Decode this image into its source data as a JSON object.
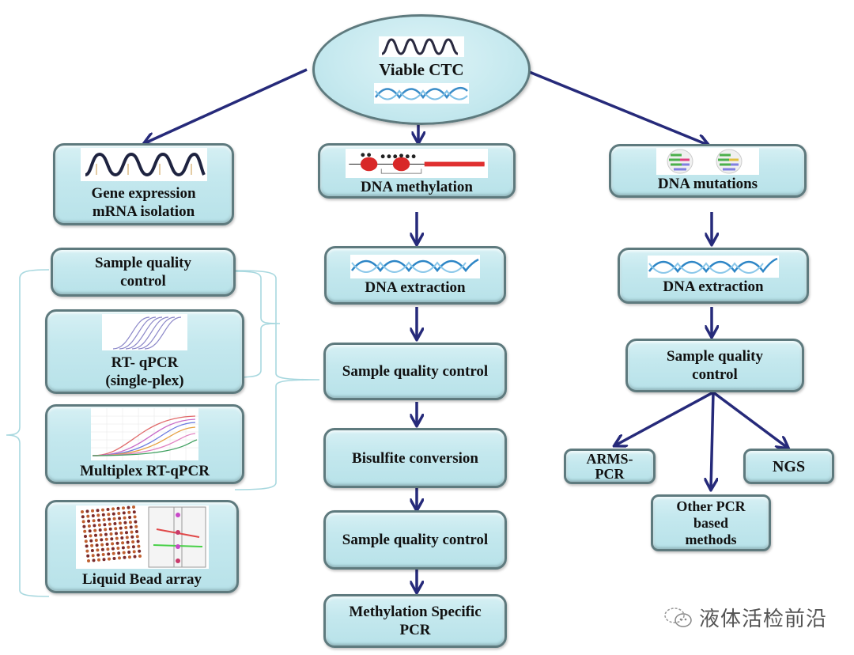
{
  "root": {
    "label": "Viable CTC"
  },
  "colors": {
    "node_fill": "#c4e8ee",
    "node_border": "#5e7a7e",
    "arrow": "#262a7a",
    "bracket": "#a8d8df"
  },
  "left_branch": {
    "header": {
      "line1": "Gene expression",
      "line2": "mRNA isolation",
      "icon": "mrna-wave-icon"
    },
    "steps": [
      {
        "line1": "Sample quality",
        "line2": "control"
      },
      {
        "line1": "RT- qPCR",
        "line2": "(single-plex)",
        "icon": "amplification-curves-icon"
      },
      {
        "line1": "Multiplex RT-qPCR",
        "icon": "multiplex-curves-icon"
      },
      {
        "line1": "Liquid Bead array",
        "icon": "bead-array-icon"
      }
    ]
  },
  "middle_branch": {
    "header": {
      "label": "DNA methylation",
      "icon": "cpg-island-icon"
    },
    "steps": [
      {
        "label": "DNA extraction",
        "icon": "dna-helix-icon"
      },
      {
        "label": "Sample quality control"
      },
      {
        "label": "Bisulfite conversion"
      },
      {
        "label": "Sample quality control"
      },
      {
        "line1": "Methylation Specific",
        "line2": "PCR"
      }
    ]
  },
  "right_branch": {
    "header": {
      "label": "DNA mutations",
      "icon": "chromosome-icon"
    },
    "steps": [
      {
        "label": "DNA extraction",
        "icon": "dna-helix-icon"
      },
      {
        "line1": "Sample quality",
        "line2": "control"
      }
    ],
    "methods": [
      {
        "line1": "ARMS-",
        "line2": "PCR"
      },
      {
        "line1": "Other PCR",
        "line2": "based",
        "line3": "methods"
      },
      {
        "label": "NGS"
      }
    ]
  },
  "watermark": {
    "text": "液体活检前沿",
    "icon": "wechat-icon"
  }
}
